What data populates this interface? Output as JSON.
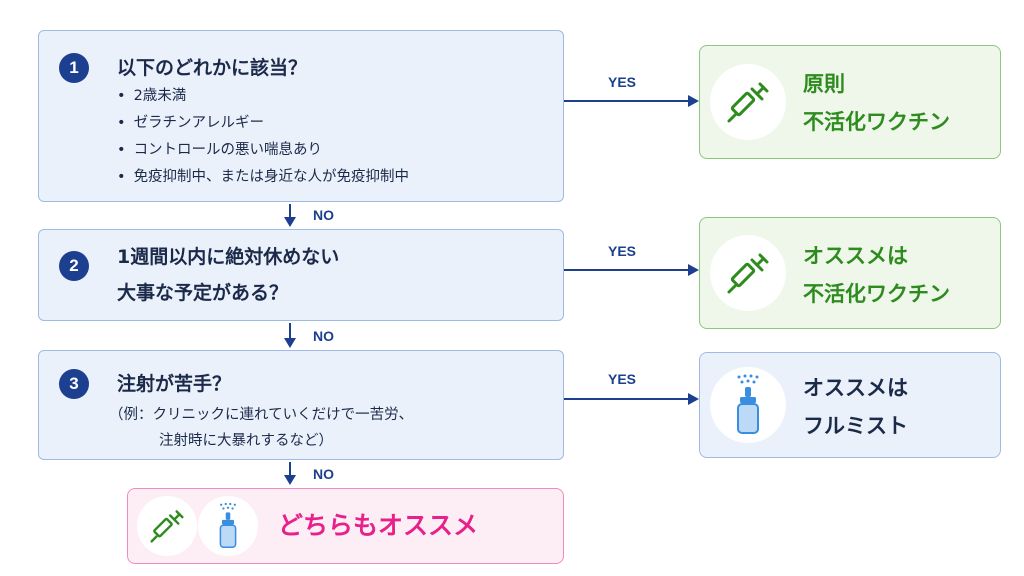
{
  "steps": [
    {
      "number": "1",
      "title": "以下のどれかに該当？",
      "bullets": [
        "2歳未満",
        "ゼラチンアレルギー",
        "コントロールの悪い喘息あり",
        "免疫抑制中、または身近な人が免疫抑制中"
      ],
      "yes_label": "YES",
      "no_label": "NO",
      "result": {
        "line1": "原則",
        "line2": "不活化ワクチン",
        "icon": "syringe-icon"
      }
    },
    {
      "number": "2",
      "title_line1": "1週間以内に絶対休めない",
      "title_line2": "大事な予定がある？",
      "yes_label": "YES",
      "no_label": "NO",
      "result": {
        "line1": "オススメは",
        "line2": "不活化ワクチン",
        "icon": "syringe-icon"
      }
    },
    {
      "number": "3",
      "title": "注射が苦手？",
      "note_line1": "（例：クリニックに連れていくだけで一苦労、",
      "note_line2": "注射時に大暴れするなど）",
      "yes_label": "YES",
      "no_label": "NO",
      "result": {
        "line1": "オススメは",
        "line2": "フルミスト",
        "icon": "nasal-spray-icon"
      }
    }
  ],
  "final": {
    "text": "どちらもオススメ",
    "icons": [
      "syringe-icon",
      "nasal-spray-icon"
    ]
  },
  "colors": {
    "navy": "#1d3f8f",
    "green": "#2e8c1e",
    "pink": "#e8208a",
    "question_bg": "#eaf1fb"
  }
}
